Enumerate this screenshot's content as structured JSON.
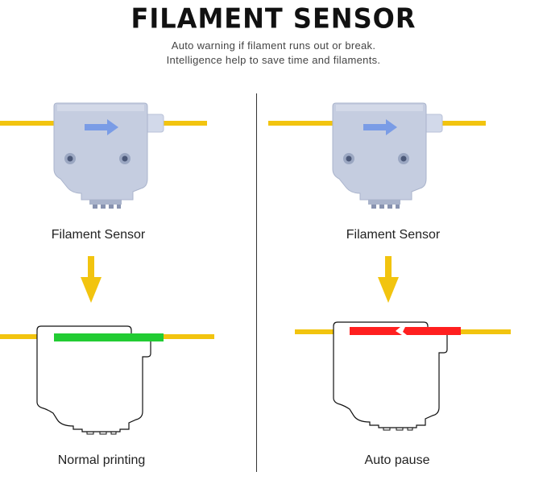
{
  "header": {
    "title": "FILAMENT SENSOR",
    "subtitle_line1": "Auto warning if filament runs out or break.",
    "subtitle_line2": "Intelligence help to save time and filaments."
  },
  "left_panel": {
    "sensor_label": "Filament Sensor",
    "state_label": "Normal printing",
    "state_color": "#22cc33"
  },
  "right_panel": {
    "sensor_label": "Filament Sensor",
    "state_label": "Auto pause",
    "state_color": "#ff1f1f"
  },
  "colors": {
    "filament": "#f2c40f",
    "arrow": "#f2c40f",
    "sensor_body": "#c5cde0",
    "sensor_arrow": "#7a9ce6"
  },
  "icons": {
    "sensor": "filament-sensor-icon",
    "down_arrow": "down-arrow-icon"
  }
}
